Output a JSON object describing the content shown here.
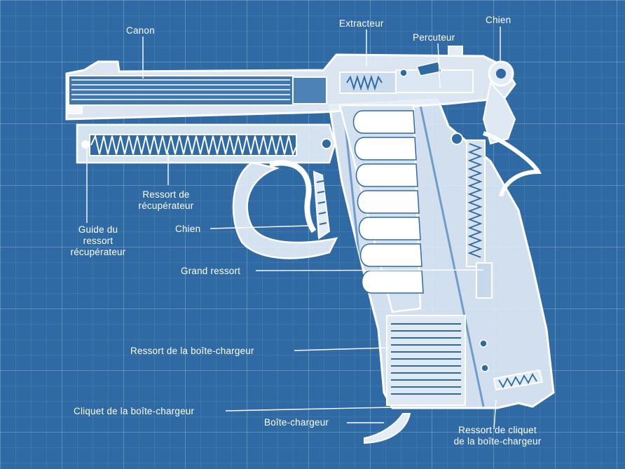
{
  "labels": {
    "canon": "Canon",
    "extracteur": "Extracteur",
    "chien_top": "Chien",
    "percuteur": "Percuteur",
    "ressort_recuperateur": "Ressort de\nrécupérateur",
    "guide_ressort": "Guide du\nressort\nrécupérateur",
    "chien_left": "Chien",
    "grand_ressort": "Grand ressort",
    "ressort_boite": "Ressort de la boîte-chargeur",
    "cliquet_boite": "Cliquet de la boîte-chargeur",
    "boite_chargeur": "Boîte-chargeur",
    "ressort_cliquet": "Ressort de cliquet\nde la boîte-chargeur"
  },
  "colors": {
    "background": "#2f6aa4",
    "line": "#ffffff",
    "part_fill": "#dfe9f4"
  }
}
